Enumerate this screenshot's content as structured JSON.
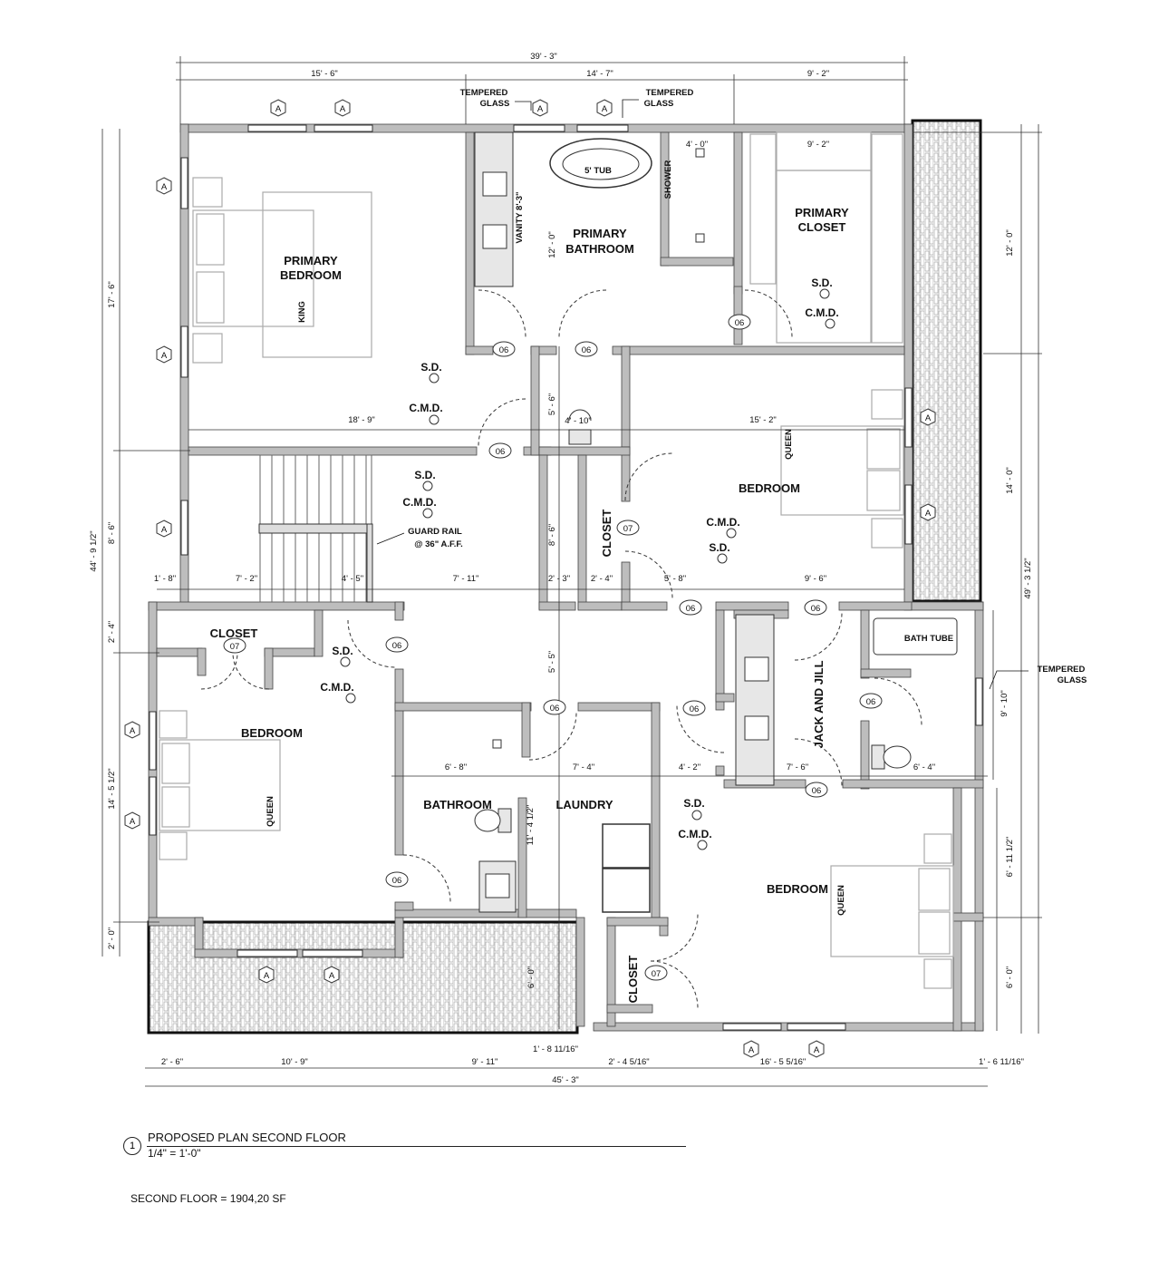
{
  "rooms": {
    "primary_bedroom": [
      "PRIMARY",
      "BEDROOM"
    ],
    "primary_bathroom": [
      "PRIMARY",
      "BATHROOM"
    ],
    "primary_closet": [
      "PRIMARY",
      "CLOSET"
    ],
    "bedroom_east": "BEDROOM",
    "bedroom_west": "BEDROOM",
    "bedroom_southeast": "BEDROOM",
    "closet_west": "CLOSET",
    "closet_center": "CLOSET",
    "closet_south": "CLOSET",
    "bathroom": "BATHROOM",
    "laundry": "LAUNDRY",
    "jack_and_jill": "JACK AND JILL",
    "shower": "SHOWER",
    "vanity": "VANITY 8'-3\"",
    "tub": "5' TUB",
    "bath_tube": "BATH TUBE"
  },
  "beds": {
    "king": "KING",
    "queen": "QUEEN"
  },
  "notes": {
    "tempered_glass_1": [
      "TEMPERED",
      "GLASS"
    ],
    "tempered_glass_2": [
      "TEMPERED",
      "GLASS"
    ],
    "tempered_glass_3": [
      "TEMPERED",
      "GLASS"
    ],
    "guard_rail": [
      "GUARD RAIL",
      "@ 36\" A.F.F."
    ],
    "sd": "S.D.",
    "cmd": "C.M.D."
  },
  "tags": {
    "door_06": "06",
    "door_07": "07",
    "window_a": "A"
  },
  "dimensions": {
    "top_overall": "39' - 3\"",
    "top_1": "15' - 6\"",
    "top_2": "14' - 7\"",
    "top_3": "9' - 2\"",
    "shower_w": "4' - 0\"",
    "closet_w": "9' - 2\"",
    "bath_h": "12' - 0\"",
    "right_1": "12' - 0\"",
    "right_2": "14' - 0\"",
    "right_overall": "49' - 3 1/2\"",
    "right_3": "9' - 10\"",
    "right_4": "6' - 11 1/2\"",
    "right_5": "6' - 0\"",
    "left_1": "17' - 6\"",
    "left_2": "8' - 6\"",
    "left_overall": "44' - 9 1/2\"",
    "left_3": "2' - 4\"",
    "left_4": "14' - 5 1/2\"",
    "left_5": "2' - 0\"",
    "pb_width": "18' - 9\"",
    "bed_e_width": "15' - 2\"",
    "hall_h": "5' - 6\"",
    "wc_w": "4' - 10\"",
    "mid_1": "1' - 8\"",
    "mid_2": "7' - 2\"",
    "mid_3": "4' - 5\"",
    "mid_4": "7' - 11\"",
    "mid_5": "2' - 3\"",
    "mid_6": "2' - 4\"",
    "mid_7": "5' - 8\"",
    "mid_8": "9' - 6\"",
    "closet_h": "8' - 6\"",
    "hall2_h": "5' - 5\"",
    "bath_w": "6' - 8\"",
    "laundry_w": "7' - 4\"",
    "hall3_w": "4' - 2\"",
    "jj_w": "7' - 6\"",
    "wc2_w": "6' - 4\"",
    "bath_h2": "11' - 4 1/2\"",
    "deck_h": "6' - 0\"",
    "bottom_1": "2' - 6\"",
    "bottom_2": "10' - 9\"",
    "bottom_3": "9' - 11\"",
    "bottom_4": "1' - 8 11/16\"",
    "bottom_5": "2' - 4 5/16\"",
    "bottom_6": "16' - 5 5/16\"",
    "bottom_7": "1' - 6 11/16\"",
    "bottom_overall": "45' - 3\""
  },
  "title": {
    "number": "1",
    "name": "PROPOSED PLAN SECOND FLOOR",
    "scale": "1/4\" = 1'-0\""
  },
  "area_note": "SECOND FLOOR = 1904,20 SF"
}
